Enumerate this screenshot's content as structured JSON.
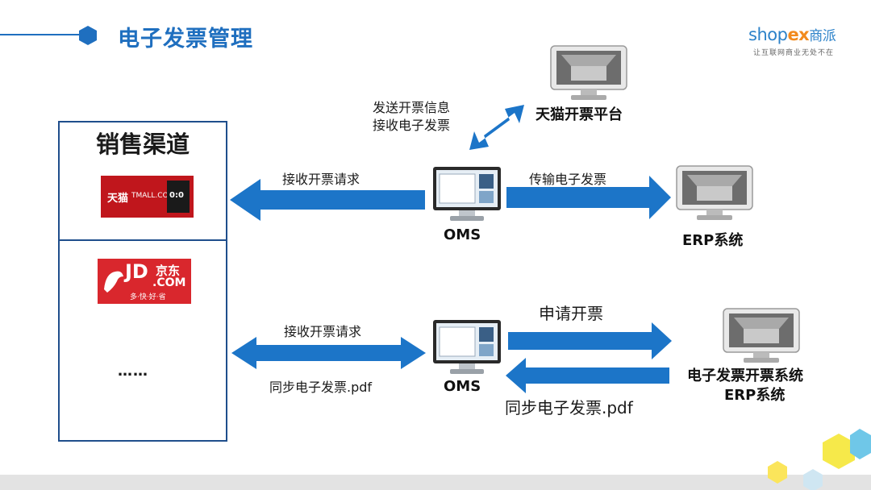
{
  "header": {
    "title": "电子发票管理"
  },
  "logo": {
    "brand_a": "shop",
    "brand_b": "ex",
    "brand_cn": "商派",
    "tagline": "让互联网商业无处不在"
  },
  "sales_channels": {
    "title": "销售渠道",
    "tmall_logo": {
      "cn": "天猫",
      "en": "TMALL.COM",
      "cat": "0:0"
    },
    "jd_logo": {
      "brand": "JD",
      "cn": "京东",
      "domain": ".COM",
      "slogan": "多·快·好·省"
    },
    "more": "……"
  },
  "flow_top": {
    "oms_label": "OMS",
    "tmall_platform": "天猫开票平台",
    "send_info": "发送开票信息",
    "receive_invoice": "接收电子发票",
    "receive_request": "接收开票请求",
    "transfer_invoice": "传输电子发票",
    "erp_label": "ERP系统"
  },
  "flow_bottom": {
    "oms_label": "OMS",
    "receive_request": "接收开票请求",
    "sync_pdf_left": "同步电子发票.pdf",
    "apply_invoice": "申请开票",
    "sync_pdf_right": "同步电子发票.pdf",
    "einvoice_system": "电子发票开票系统",
    "erp_label": "ERP系统"
  },
  "colors": {
    "title": "#1f6fbf",
    "arrow": "#1c75c8",
    "panel_border": "#1f4e8c",
    "tmall": "#c0161c",
    "jd": "#d9272d"
  }
}
